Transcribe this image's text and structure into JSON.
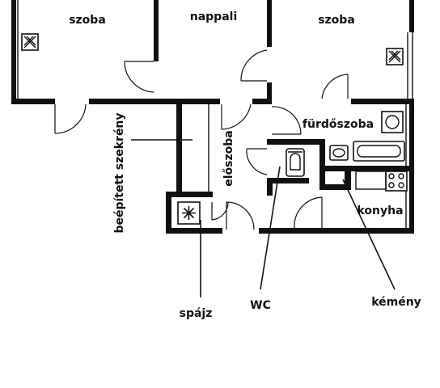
{
  "rooms": {
    "szoba_left": "szoba",
    "nappali": "nappali",
    "szoba_right": "szoba",
    "furdoszoba": "fürdőszoba",
    "eloszoba": "előszoba",
    "konyha": "konyha",
    "beepitett_szekreny": "beépített szekrény"
  },
  "callouts": {
    "spajz": "spájz",
    "wc": "WC",
    "kemeny": "kémény"
  },
  "colors": {
    "ink": "#111111",
    "paper": "#ffffff"
  },
  "icons": [
    "ventilation-x-icon",
    "ventilation-asterisk-icon",
    "washing-machine-icon",
    "toilet-icon",
    "bathtub-icon",
    "sink-icon",
    "stove-icon"
  ]
}
